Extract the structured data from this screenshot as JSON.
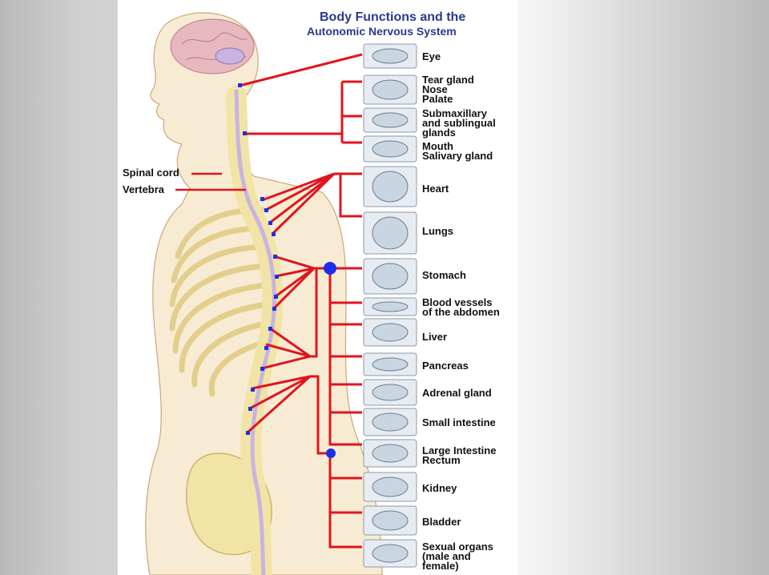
{
  "title": {
    "line1": "Body Functions and the",
    "line2": "Autonomic Nervous System"
  },
  "colors": {
    "nerve": "#e0141e",
    "node": "#1b2fe8",
    "title": "#2b3a8c",
    "skin": "#f7ecd3",
    "bone": "#f1e4a6"
  },
  "body_labels": {
    "spinal_cord": "Spinal cord",
    "vertebra": "Vertebra"
  },
  "organs": [
    {
      "id": "eye",
      "lines": [
        "Eye"
      ],
      "icon": "eye-icon"
    },
    {
      "id": "tear-gland",
      "lines": [
        "Tear gland",
        "Nose",
        "Palate"
      ],
      "icon": "tear-gland-icon"
    },
    {
      "id": "submaxillary",
      "lines": [
        "Submaxillary",
        "and sublingual",
        "glands"
      ],
      "icon": "salivary-glands-icon"
    },
    {
      "id": "mouth",
      "lines": [
        "Mouth",
        "Salivary gland"
      ],
      "icon": "mouth-icon"
    },
    {
      "id": "heart",
      "lines": [
        "Heart"
      ],
      "icon": "heart-icon"
    },
    {
      "id": "lungs",
      "lines": [
        "Lungs"
      ],
      "icon": "lungs-icon"
    },
    {
      "id": "stomach",
      "lines": [
        "Stomach"
      ],
      "icon": "stomach-icon"
    },
    {
      "id": "blood-vessels",
      "lines": [
        "Blood vessels",
        "of the abdomen"
      ],
      "icon": "blood-vessel-icon"
    },
    {
      "id": "liver",
      "lines": [
        "Liver"
      ],
      "icon": "liver-icon"
    },
    {
      "id": "pancreas",
      "lines": [
        "Pancreas"
      ],
      "icon": "pancreas-icon"
    },
    {
      "id": "adrenal",
      "lines": [
        "Adrenal gland"
      ],
      "icon": "adrenal-gland-icon"
    },
    {
      "id": "small-intestine",
      "lines": [
        "Small intestine"
      ],
      "icon": "small-intestine-icon"
    },
    {
      "id": "large-intestine",
      "lines": [
        "Large Intestine",
        "Rectum"
      ],
      "icon": "large-intestine-icon"
    },
    {
      "id": "kidney",
      "lines": [
        "Kidney"
      ],
      "icon": "kidney-icon"
    },
    {
      "id": "bladder",
      "lines": [
        "Bladder"
      ],
      "icon": "bladder-icon"
    },
    {
      "id": "sexual-organs",
      "lines": [
        "Sexual organs",
        "(male and",
        "female)"
      ],
      "icon": "reproductive-organs-icon"
    }
  ]
}
